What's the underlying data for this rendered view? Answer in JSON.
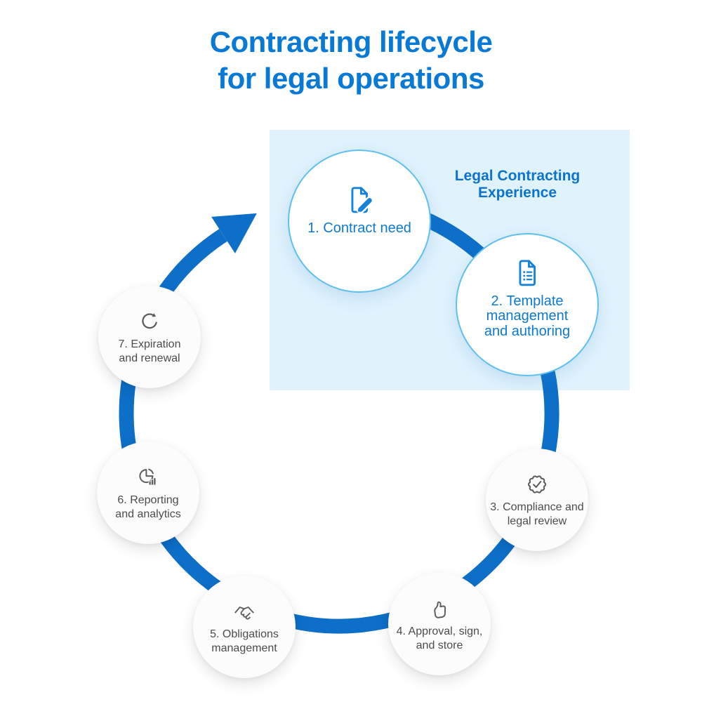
{
  "title": {
    "lines": [
      "Contracting lifecycle",
      "for legal operations"
    ],
    "color": "#0979D6"
  },
  "highlight_region": {
    "title_lines": [
      "Legal Contracting",
      "Experience"
    ],
    "bg_color": "#E0F2FC",
    "title_color": "#0C74CC"
  },
  "ring": {
    "color": "#0D6FC8",
    "arrow": "curved-arrow-up-right"
  },
  "colors": {
    "accent_blue": "#0D6FC8",
    "title_blue": "#0979D6",
    "step_text_blue": "#0D79D2",
    "circle_border_blue": "#5FC0EF",
    "highlight_bg": "#E0F2FC",
    "gray_text": "#4C4C4C",
    "gray_icon": "#5C5C5C"
  },
  "steps": [
    {
      "number": "1",
      "label_lines": [
        "1. Contract need"
      ],
      "icon": "document-edit-icon",
      "style": "highlighted"
    },
    {
      "number": "2",
      "label_lines": [
        "2. Template",
        "management",
        "and authoring"
      ],
      "icon": "document-checklist-icon",
      "style": "highlighted"
    },
    {
      "number": "3",
      "label_lines": [
        "3. Compliance and",
        "legal review"
      ],
      "icon": "certificate-check-icon",
      "style": "default"
    },
    {
      "number": "4",
      "label_lines": [
        "4. Approval, sign,",
        "and store"
      ],
      "icon": "thumbs-up-icon",
      "style": "default"
    },
    {
      "number": "5",
      "label_lines": [
        "5. Obligations",
        "management"
      ],
      "icon": "handshake-icon",
      "style": "default"
    },
    {
      "number": "6",
      "label_lines": [
        "6. Reporting",
        "and analytics"
      ],
      "icon": "pie-chart-bars-icon",
      "style": "default"
    },
    {
      "number": "7",
      "label_lines": [
        "7. Expiration",
        "and renewal"
      ],
      "icon": "refresh-arrow-icon",
      "style": "default"
    }
  ]
}
